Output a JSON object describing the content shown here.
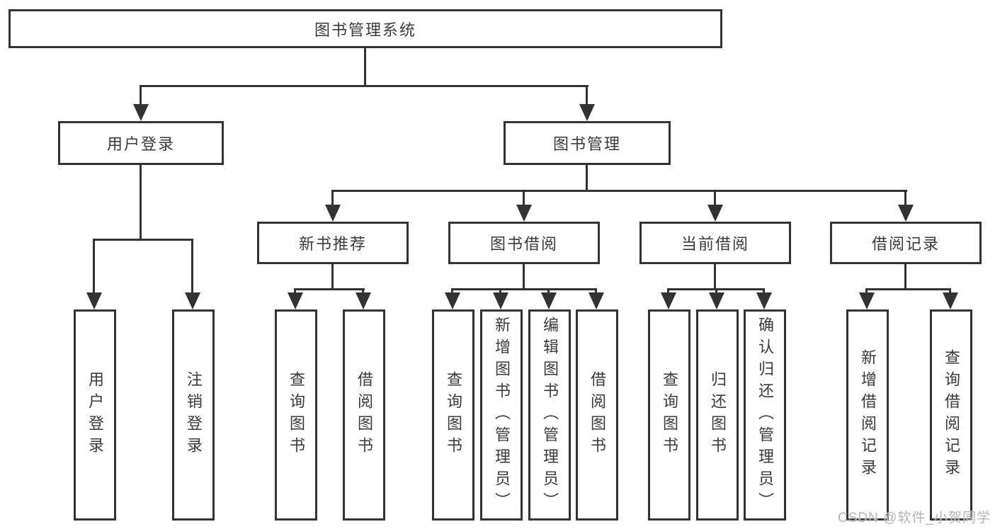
{
  "diagram": {
    "title": "图书管理系统",
    "nodes": {
      "root": "图书管理系统",
      "user_login": "用户登录",
      "book_mgmt": "图书管理",
      "new_books": "新书推荐",
      "book_borrow": "图书借阅",
      "current_borrow": "当前借阅",
      "borrow_records": "借阅记录"
    },
    "leaves": {
      "user_login": [
        "用户登录",
        "注销登录"
      ],
      "new_books": [
        "查询图书",
        "借阅图书"
      ],
      "book_borrow": [
        "查询图书",
        "新增图书（管理员）",
        "编辑图书（管理员）",
        "借阅图书"
      ],
      "current_borrow": [
        "查询图书",
        "归还图书",
        "确认归还（管理员）"
      ],
      "borrow_records": [
        "新增借阅记录",
        "查询借阅记录"
      ]
    },
    "colors": {
      "line": "#333333",
      "text": "#3a3a3a",
      "watermark": "#b4b4b8",
      "background": "#ffffff"
    },
    "watermark": "CSDN @软件_小贺同学"
  }
}
